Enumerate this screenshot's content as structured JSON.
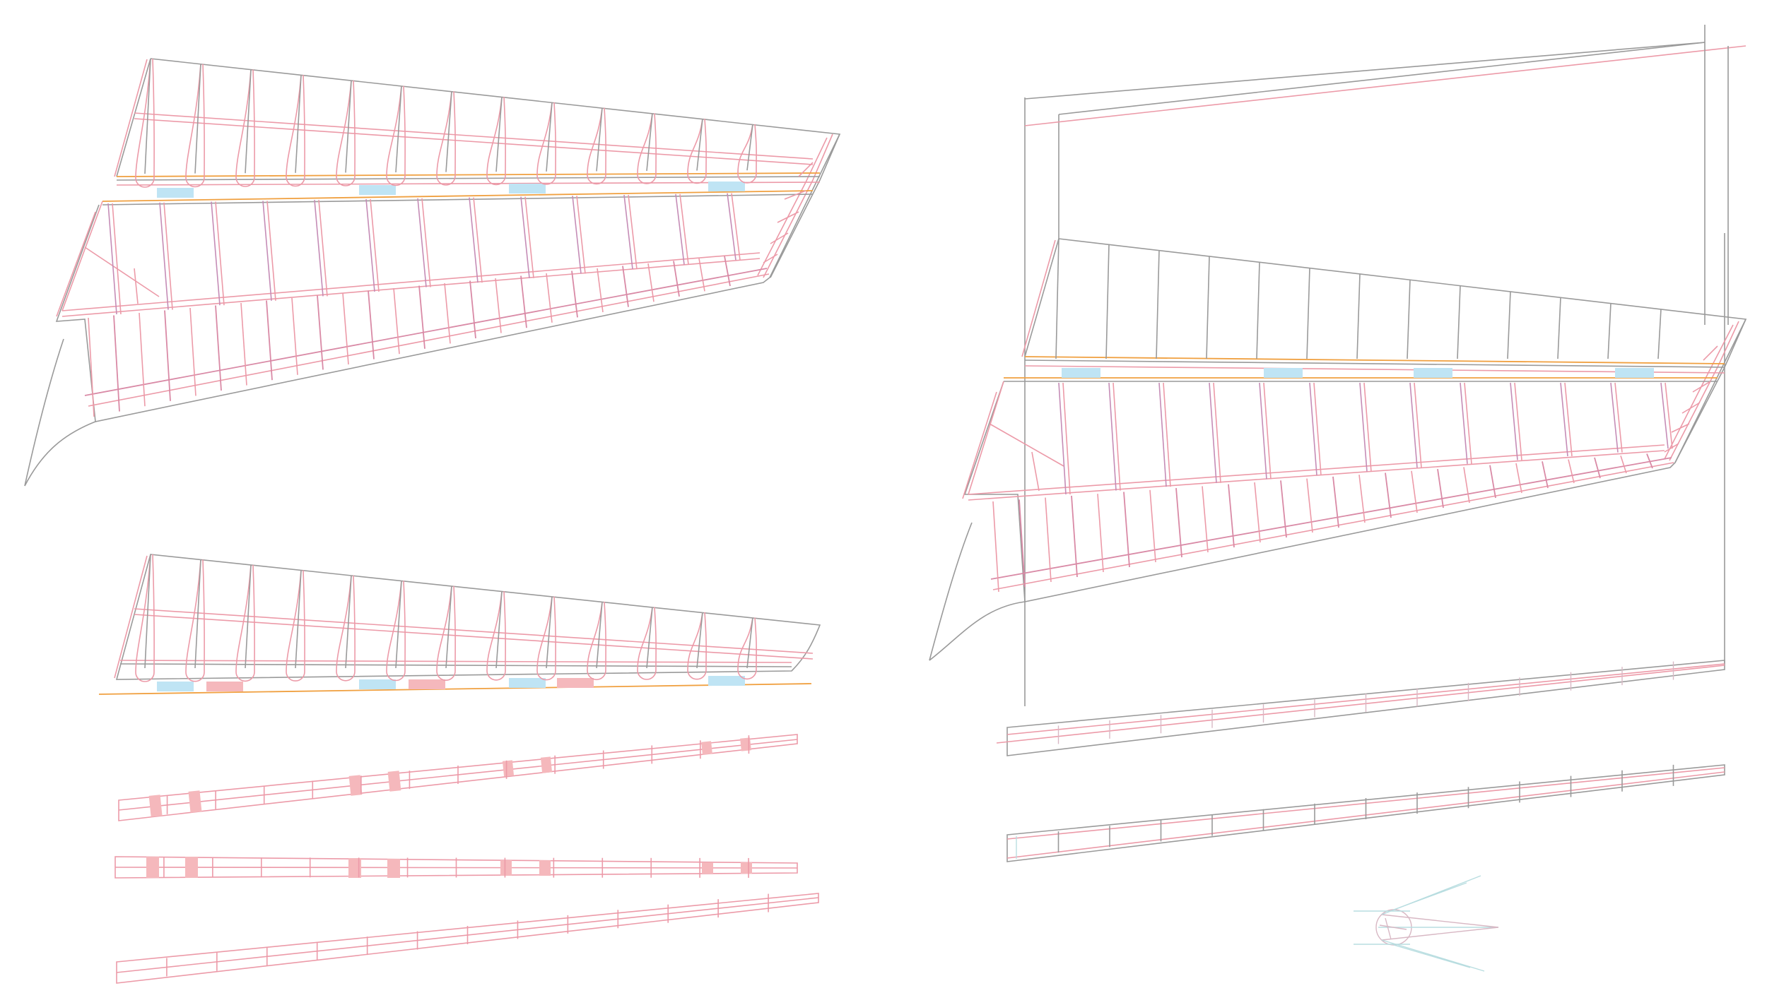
{
  "drawing": {
    "colors": {
      "outline": "#9a9a9a",
      "rib_line": "#ec9aa8",
      "spar_line": "#f0a040",
      "blue_pad": "#bfe4f4",
      "red_pad": "#f5b8bc",
      "construction": "#b8dde0"
    },
    "views": [
      "wing-panel-plan-upper-left",
      "wing-panel-plan-upper-right",
      "wing-front-elevation",
      "spar-strip-1",
      "spar-strip-2",
      "spar-strip-3",
      "spar-strip-right-1",
      "spar-strip-right-2",
      "construction-circle-detail"
    ]
  }
}
